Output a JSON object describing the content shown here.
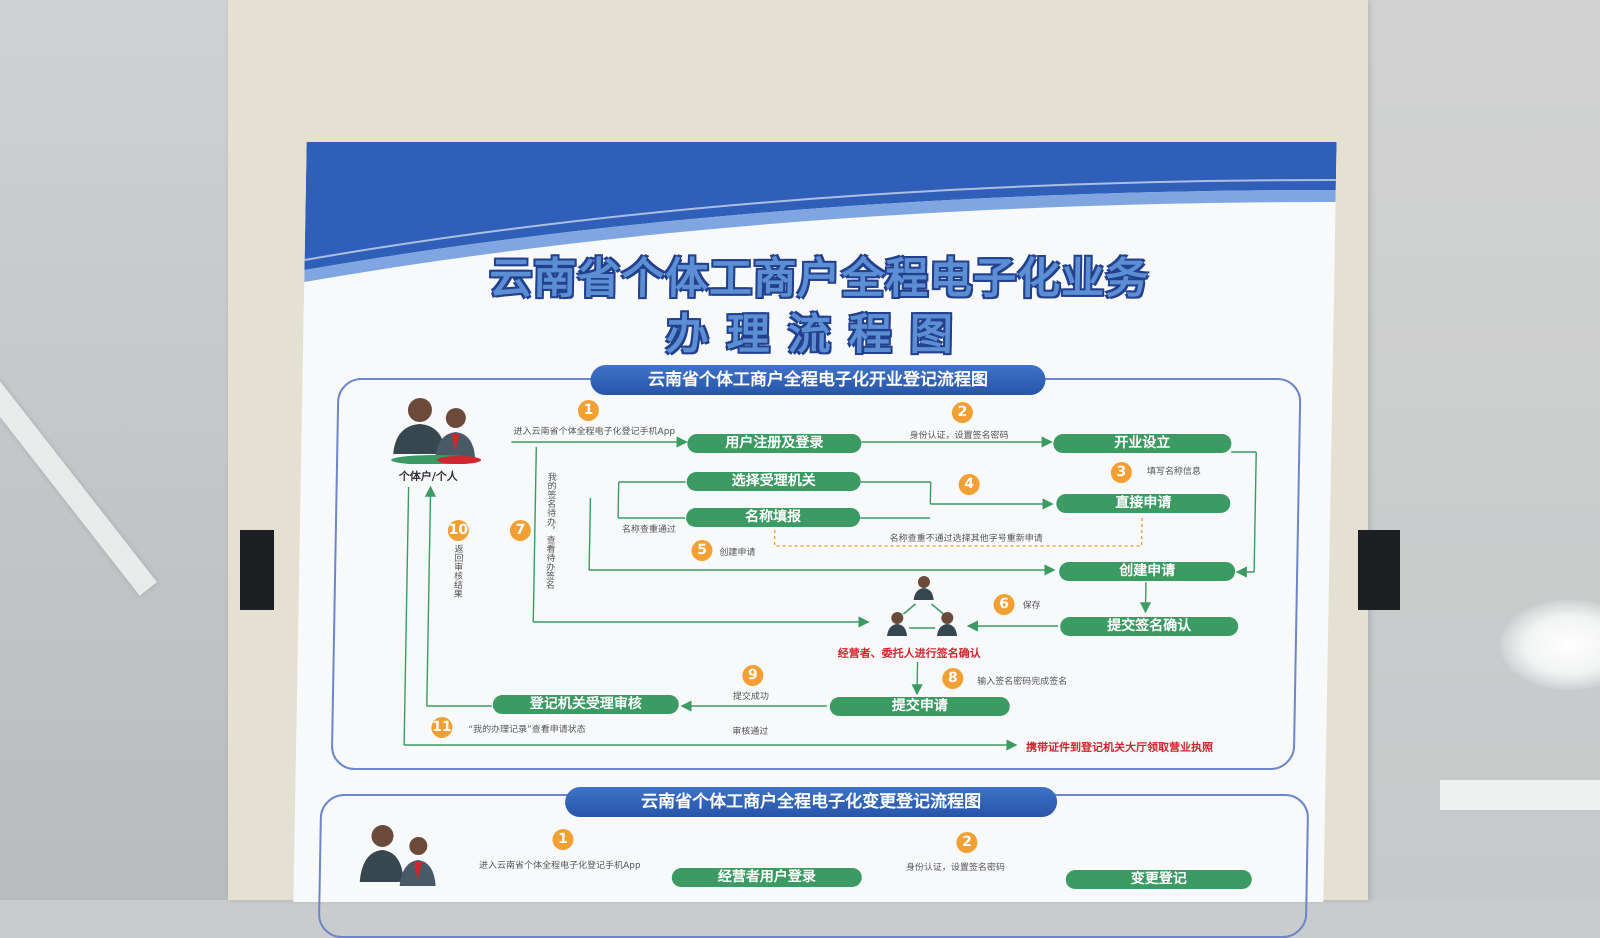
{
  "poster": {
    "title_line1": "云南省个体工商户全程电子化业务",
    "title_line2": "办理流程图",
    "colors": {
      "header_blue": "#2f5fb8",
      "step_green": "#3c9a63",
      "badge_orange": "#f2a034",
      "red_text": "#d0262d"
    }
  },
  "section1": {
    "title": "云南省个体工商户全程电子化开业登记流程图",
    "actor_label": "个体户/个人",
    "boxes": {
      "register": "用户注册及登录",
      "open": "开业设立",
      "choose_authority": "选择受理机关",
      "name_fill": "名称填报",
      "direct_apply": "直接申请",
      "create_apply": "创建申请",
      "submit_sign": "提交签名确认",
      "submit_apply": "提交申请",
      "review": "登记机关受理审核"
    },
    "badges": [
      "1",
      "2",
      "3",
      "4",
      "5",
      "6",
      "7",
      "8",
      "9",
      "10",
      "11"
    ],
    "notes": {
      "n1": "进入云南省个体全程电子化登记手机App",
      "n2": "身份认证，设置签名密码",
      "n3": "填写名称信息",
      "n4": "名称查重通过",
      "n5": "创建申请",
      "n6": "保存",
      "n7": "我的签名待办，查看待办签名",
      "n8": "输入签名密码完成签名",
      "n9": "提交成功",
      "n10": "返回审核结果",
      "n11": "“我的办理记录”查看申请状态",
      "review_pass": "审核通过",
      "signers": "经营者、委托人进行签名确认",
      "recheck": "名称查重不通过选择其他字号重新申请",
      "final": "携带证件到登记机关大厅领取营业执照"
    }
  },
  "section2": {
    "title": "云南省个体工商户全程电子化变更登记流程图",
    "badges": [
      "1",
      "2"
    ],
    "notes": {
      "n1": "进入云南省个体全程电子化登记手机App",
      "n2": "身份认证，设置签名密码"
    },
    "boxes": {
      "login": "经营者用户登录",
      "change": "变更登记"
    }
  }
}
